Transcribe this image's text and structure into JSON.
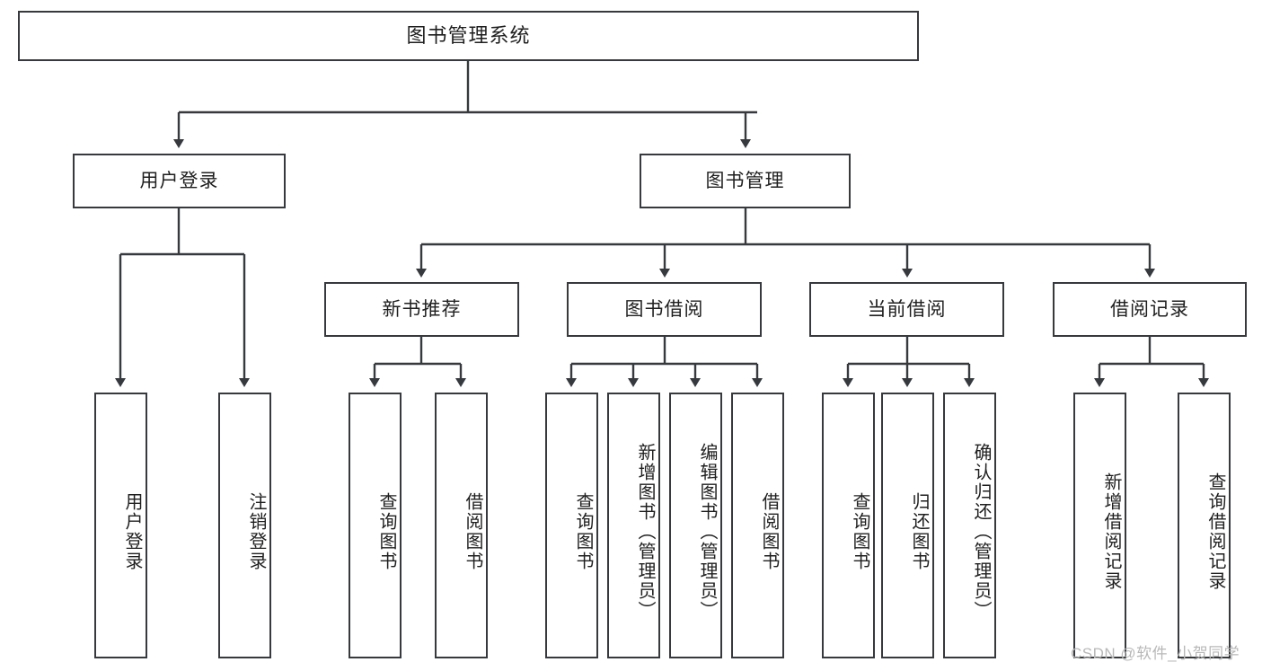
{
  "diagram": {
    "type": "tree",
    "title": "图书管理系统",
    "root": {
      "label": "图书管理系统"
    },
    "level2": [
      {
        "label": "用户登录"
      },
      {
        "label": "图书管理"
      }
    ],
    "level3": [
      {
        "label": "新书推荐"
      },
      {
        "label": "图书借阅"
      },
      {
        "label": "当前借阅"
      },
      {
        "label": "借阅记录"
      }
    ],
    "leaves": {
      "user_login": [
        {
          "label": "用户登录"
        },
        {
          "label": "注销登录"
        }
      ],
      "new_book_recommend": [
        {
          "label": "查询图书"
        },
        {
          "label": "借阅图书"
        }
      ],
      "book_borrow": [
        {
          "label": "查询图书"
        },
        {
          "label": "新增图书（管理员）"
        },
        {
          "label": "编辑图书（管理员）"
        },
        {
          "label": "借阅图书"
        }
      ],
      "current_borrow": [
        {
          "label": "查询图书"
        },
        {
          "label": "归还图书"
        },
        {
          "label": "确认归还（管理员）"
        }
      ],
      "borrow_record": [
        {
          "label": "新增借阅记录"
        },
        {
          "label": "查询借阅记录"
        }
      ]
    }
  },
  "watermark": {
    "text": "CSDN @软件_小贺同学"
  },
  "colors": {
    "stroke": "#36393d",
    "text": "#1f1f1f",
    "background": "#ffffff",
    "watermark": "#b8b8b8"
  }
}
